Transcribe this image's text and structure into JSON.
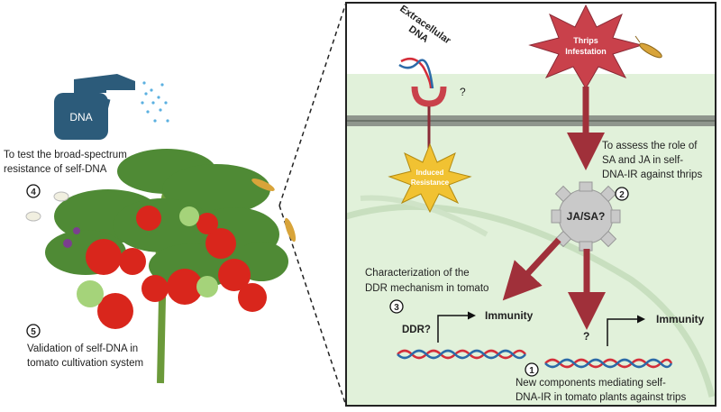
{
  "left": {
    "spray_label": "DNA",
    "broad_spectrum_text": [
      "To test the broad-spectrum",
      "resistance of self-DNA"
    ],
    "step4": "4",
    "step5": "5",
    "validation_text": [
      "Validation of self-DNA in",
      "tomato cultivation system"
    ]
  },
  "right": {
    "extracellular_dna": [
      "Extracellular",
      "DNA"
    ],
    "receptor_question": "?",
    "induced_resistance": [
      "Induced",
      "Resistance"
    ],
    "thrips_infestation": [
      "Thrips",
      "Infestation"
    ],
    "assess_text": [
      "To assess the role of",
      "SA and JA in self-",
      "DNA-IR against thrips"
    ],
    "step2": "2",
    "gear_label": "JA/SA?",
    "ddr_text": [
      "Characterization of the",
      "DDR mechanism in tomato"
    ],
    "step3": "3",
    "ddr_label": "DDR?",
    "immunity_left": "Immunity",
    "unknown_question": "?",
    "immunity_right": "Immunity",
    "step1": "1",
    "components_text": [
      "New components mediating self-",
      "DNA-IR in tomato plants against trips"
    ]
  },
  "colors": {
    "arrow": "#a0303a",
    "cell_green": "#e1f1da",
    "thrips_star": "#c9414b",
    "induced_star": "#f1c232",
    "gear": "#c9c9c9",
    "dna_red": "#d42e3a",
    "dna_blue": "#2b6aa8"
  }
}
